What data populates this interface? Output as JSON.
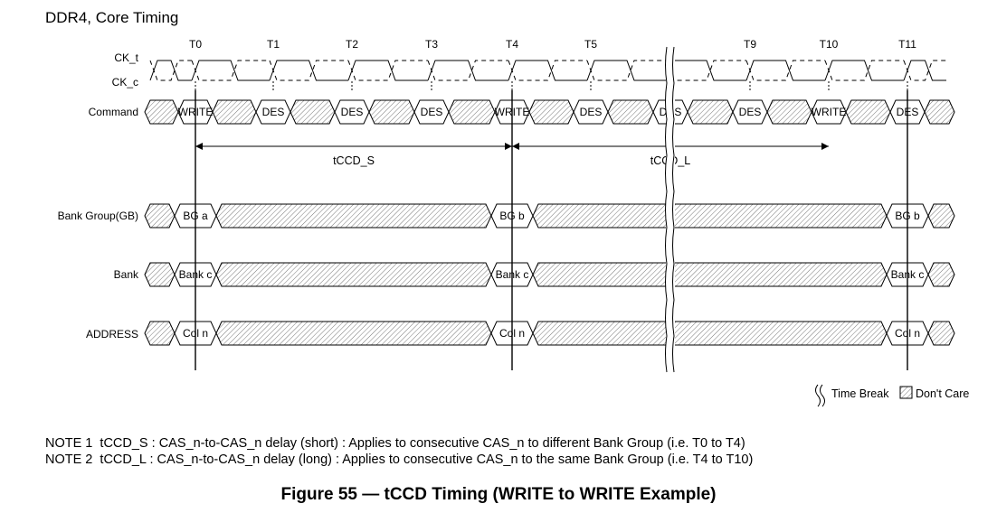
{
  "header": {
    "title": "DDR4, Core Timing"
  },
  "timing": {
    "clock_labels": [
      "T0",
      "T1",
      "T2",
      "T3",
      "T4",
      "T5",
      "T9",
      "T10",
      "T11"
    ],
    "signal_names": {
      "ck_t": "CK_t",
      "ck_c": "CK_c",
      "command": "Command",
      "bank_group": "Bank Group(GB)",
      "bank": "Bank",
      "address": "ADDRESS"
    },
    "command_values": [
      "WRITE",
      "DES",
      "DES",
      "DES",
      "WRITE",
      "DES",
      "DES",
      "DES",
      "WRITE",
      "DES"
    ],
    "bank_group_values": [
      "BG a",
      "BG b",
      "BG b"
    ],
    "bank_values": [
      "Bank c",
      "Bank c",
      "Bank c"
    ],
    "address_values": [
      "Col n",
      "Col n",
      "Col n"
    ],
    "intervals": [
      {
        "label": "tCCD_S",
        "from": "T0",
        "to": "T4"
      },
      {
        "label": "tCCD_L",
        "from": "T4",
        "to": "T10"
      }
    ]
  },
  "legend": {
    "time_break": "Time Break",
    "dont_care": "Don't Care"
  },
  "notes": [
    "NOTE 1  tCCD_S : CAS_n-to-CAS_n delay (short) : Applies to consecutive CAS_n to different Bank Group (i.e. T0 to T4)",
    "NOTE 2  tCCD_L : CAS_n-to-CAS_n delay (long) : Applies to consecutive CAS_n to the same Bank Group (i.e. T4 to T10)"
  ],
  "figure": {
    "caption": "Figure 55 — tCCD Timing (WRITE to WRITE Example)"
  }
}
